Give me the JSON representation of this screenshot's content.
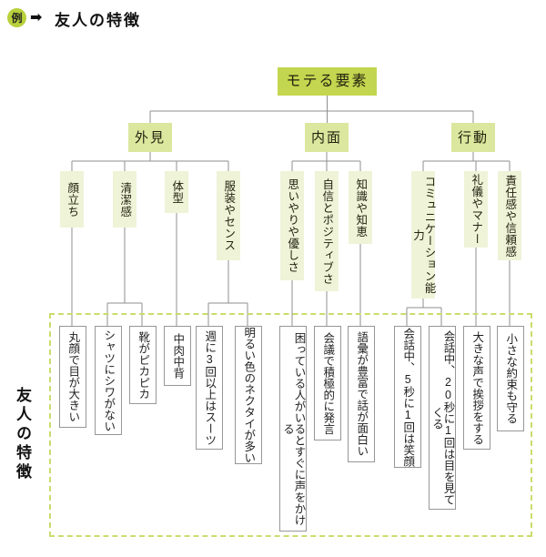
{
  "header": {
    "example_badge": "例",
    "arrow": "➡",
    "title": "友人の特徴"
  },
  "root": "モテる要素",
  "level2": [
    "外見",
    "内面",
    "行動"
  ],
  "level3": [
    "顔立ち",
    "清潔感",
    "体型",
    "服装やセンス",
    "思いやりや優しさ",
    "自信とポジティブさ",
    "知識や知恵",
    "コミュニケーション能力",
    "礼儀やマナー",
    "責任感や信頼感"
  ],
  "leaves": [
    "丸顔で目が大きい",
    "シャツにシワがない",
    "靴がピカピカ",
    "中肉中背",
    "週に3回以上はスーツ",
    "明るい色のネクタイが多い",
    "困っている人がいるとすぐに声をかける",
    "会議で積極的に発言",
    "語彙が豊富で話が面白い",
    "会話中、5秒に1回は笑顔",
    "会話中、20秒に1回は目を見てくる",
    "大きな声で挨拶をする",
    "小さな約束も守る"
  ],
  "group_label": "友人の特徴",
  "colors": {
    "root_fill": "#c3d64f",
    "level2_fill": "#dbe79e",
    "level3_fill": "#eff3d8",
    "badge_fill": "#b9d03c",
    "frame_dash": "#cbdc6e",
    "connector_line": "#8f8f8f"
  }
}
